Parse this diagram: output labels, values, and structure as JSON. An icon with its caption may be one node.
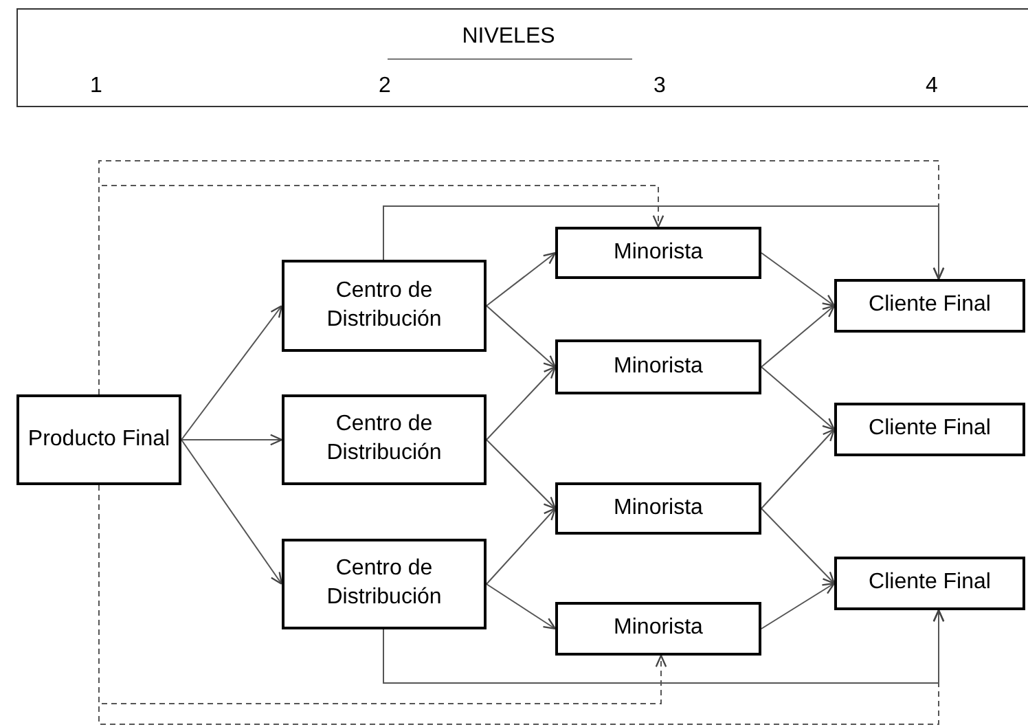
{
  "diagram": {
    "nodes": [
      {
        "text": [
          "Producto Final"
        ]
      },
      {
        "text": [
          "Centro de Distribución"
        ]
      },
      {
        "text": [
          "Centro de Distribución"
        ]
      },
      {
        "text": [
          "Centro de Distribución"
        ]
      },
      {
        "text": [
          "Minorista"
        ]
      },
      {
        "text": [
          "Minorista"
        ]
      },
      {
        "text": [
          "Minorista"
        ]
      },
      {
        "text": [
          "Minorista"
        ]
      },
      {
        "text": [
          "Cliente Final"
        ]
      },
      {
        "text": [
          "Cliente Final"
        ]
      },
      {
        "text": [
          "Cliente Final"
        ]
      }
    ],
    "edges": [
      {
        "from": 0,
        "to": 1,
        "arrow": "to"
      },
      {
        "from": 0,
        "to": 2,
        "arrow": "to"
      },
      {
        "from": 0,
        "to": 3,
        "arrow": "to"
      },
      {
        "from": 1,
        "to": 4,
        "arrow": "to"
      },
      {
        "from": 1,
        "to": 5,
        "arrow": "to"
      },
      {
        "from": 2,
        "to": 5,
        "arrow": "to"
      },
      {
        "from": 2,
        "to": 6,
        "arrow": "to"
      },
      {
        "from": 3,
        "to": 6,
        "arrow": "to"
      },
      {
        "from": 3,
        "to": 7,
        "arrow": "to"
      },
      {
        "from": 4,
        "to": 8,
        "arrow": "to"
      },
      {
        "from": 5,
        "to": 8,
        "arrow": "to"
      },
      {
        "from": 5,
        "to": 9,
        "arrow": "to"
      },
      {
        "from": 6,
        "to": 9,
        "arrow": "to"
      },
      {
        "from": 6,
        "to": 10,
        "arrow": "to"
      },
      {
        "from": 7,
        "to": 10,
        "arrow": "to"
      },
      {
        "from": 1,
        "to": 8,
        "arrow": "to"
      },
      {
        "from": 3,
        "to": 10,
        "arrow": "to"
      },
      {
        "from": 0,
        "to": 4,
        "arrow": "to",
        "style": "dashed"
      },
      {
        "from": 0,
        "to": 8,
        "arrow": "to",
        "style": "dashed"
      },
      {
        "from": 0,
        "to": 7,
        "arrow": "to",
        "style": "dashed"
      },
      {
        "from": 0,
        "to": 10,
        "arrow": "to",
        "style": "dashed"
      }
    ],
    "labels": [
      "NIVELES",
      "1",
      "2",
      "3",
      "4"
    ]
  }
}
